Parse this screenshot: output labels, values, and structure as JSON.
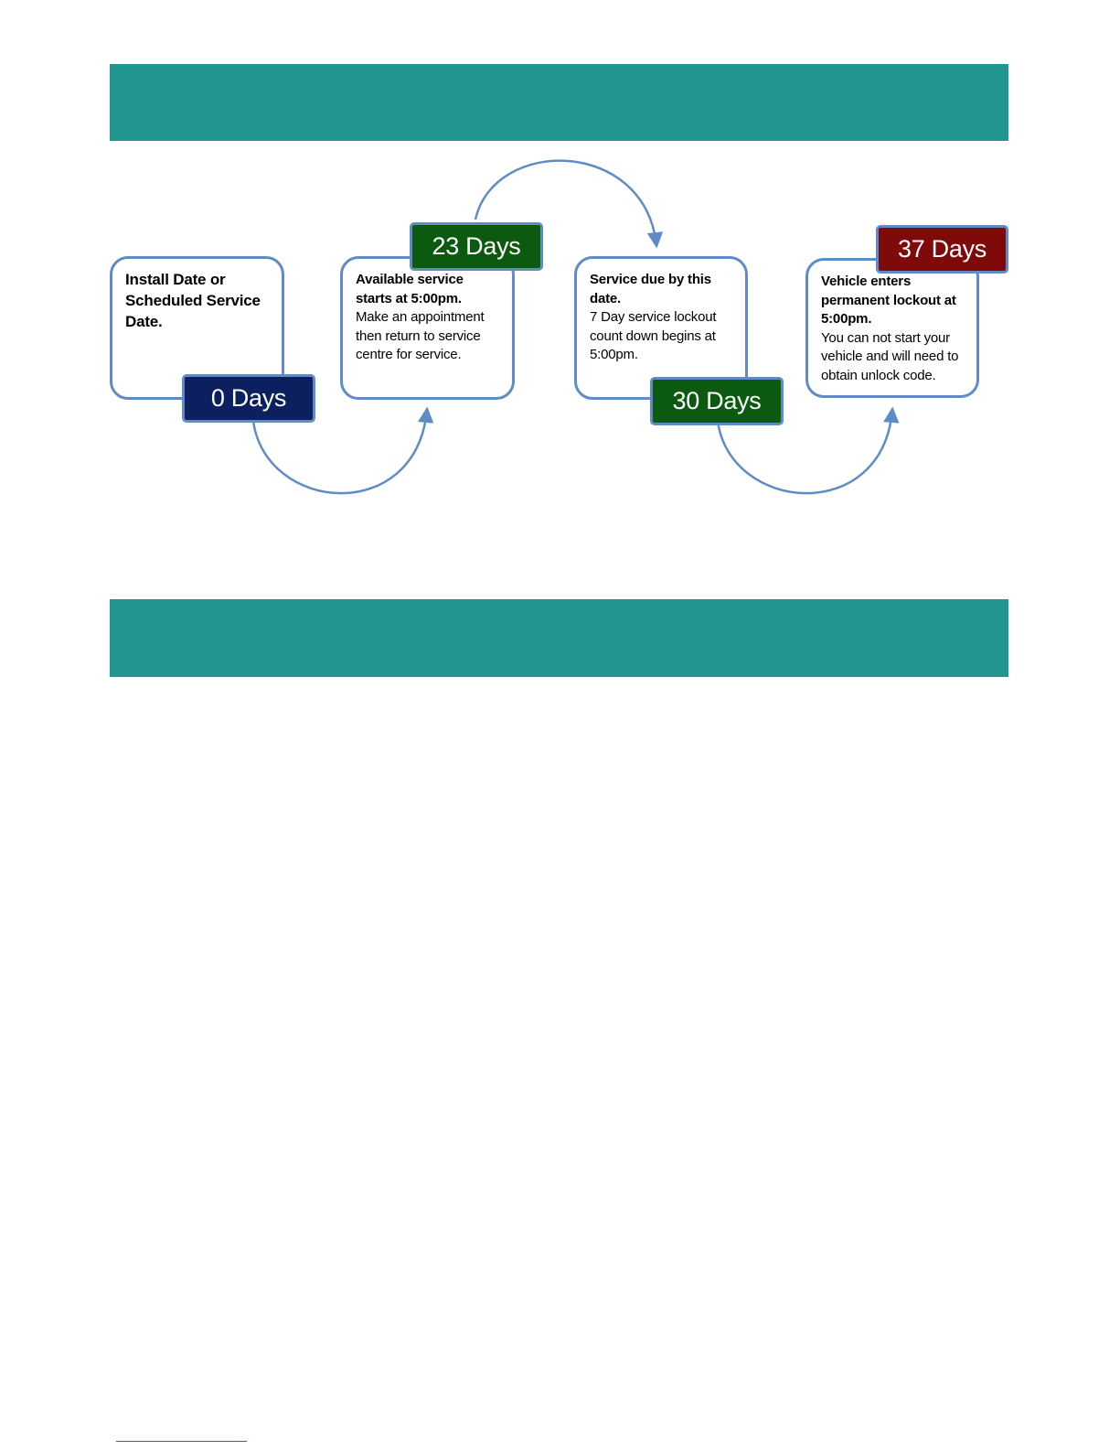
{
  "colors": {
    "banner": "#219690",
    "box_border": "#5f8cc6",
    "arrow": "#5f8cc6",
    "badge_day0": "#0c2060",
    "badge_day23": "#0b5a0f",
    "badge_day30": "#0b5a0f",
    "badge_day37": "#7e0a0a"
  },
  "steps": [
    {
      "badge": "0 Days",
      "bold_lines": [
        "Install Date or",
        "Scheduled Service",
        "Date."
      ],
      "normal_lines": []
    },
    {
      "badge": "23 Days",
      "bold_lines": [
        "Available service",
        "starts  at 5:00pm."
      ],
      "normal_lines": [
        "Make an appointment",
        "then return to service",
        "centre for service."
      ]
    },
    {
      "badge": "30 Days",
      "bold_lines": [
        "Service due by this",
        "date."
      ],
      "normal_lines": [
        "7 Day service lockout",
        "count down begins at",
        "5:00pm."
      ]
    },
    {
      "badge": "37 Days",
      "bold_lines": [
        "Vehicle enters",
        "permanent lockout at",
        "5:00pm."
      ],
      "normal_lines": [
        "You can not start your",
        "vehicle and will need to",
        "obtain unlock code."
      ]
    }
  ]
}
